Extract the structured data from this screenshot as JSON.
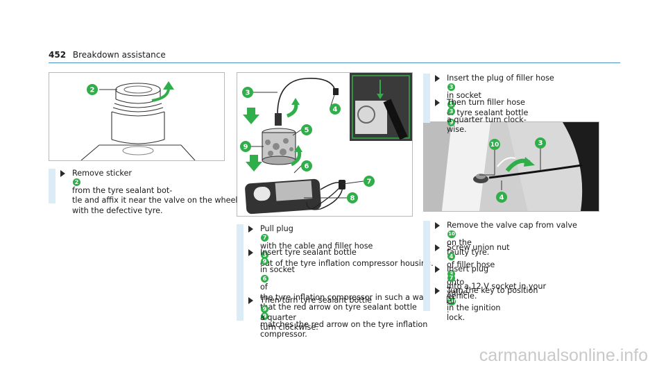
{
  "header": {
    "page_number": "452",
    "section_title": "Breakdown assistance"
  },
  "figures": {
    "fig1": {
      "callouts": [
        "2"
      ]
    },
    "fig2": {
      "callouts": [
        "3",
        "4",
        "5",
        "9",
        "6",
        "7",
        "8"
      ]
    },
    "fig3": {
      "callouts": [
        "10",
        "3",
        "4"
      ]
    }
  },
  "steps": {
    "s1": {
      "lines": [
        [
          {
            "t": "Remove sticker "
          },
          {
            "c": "2"
          },
          {
            "t": " from the tyre sealant bot-"
          }
        ],
        [
          {
            "t": "tle and affix it near the valve on the wheel"
          }
        ],
        [
          {
            "t": "with the defective tyre."
          }
        ]
      ]
    },
    "s2": {
      "lines": [
        [
          {
            "t": "Pull plug "
          },
          {
            "c": "7"
          },
          {
            "t": " with the cable and filler hose "
          },
          {
            "c": "3"
          }
        ],
        [
          {
            "t": "out of the tyre inflation compressor housing."
          }
        ]
      ]
    },
    "s3": {
      "lines": [
        [
          {
            "t": "Insert tyre sealant bottle "
          },
          {
            "c": "9"
          },
          {
            "t": " in socket "
          },
          {
            "c": "6"
          },
          {
            "t": " of"
          }
        ],
        [
          {
            "t": "the tyre inflation compressor in such a way"
          }
        ],
        [
          {
            "t": "that the red arrow on tyre sealant bottle "
          },
          {
            "c": "9"
          }
        ],
        [
          {
            "t": "matches the red arrow on the tyre inflation"
          }
        ],
        [
          {
            "t": "compressor."
          }
        ]
      ]
    },
    "s4": {
      "lines": [
        [
          {
            "t": "Then turn tyre sealant bottle "
          },
          {
            "c": "9"
          },
          {
            "t": " a quarter"
          }
        ],
        [
          {
            "t": "turn clockwise."
          }
        ]
      ]
    },
    "s5": {
      "lines": [
        [
          {
            "t": "Insert the plug of filler hose "
          },
          {
            "c": "3"
          },
          {
            "t": " in socket "
          },
          {
            "c": "5"
          }
        ],
        [
          {
            "t": "of tyre sealant bottle "
          },
          {
            "c": "9"
          },
          {
            "t": "."
          }
        ]
      ]
    },
    "s6": {
      "lines": [
        [
          {
            "t": "Then turn filler hose "
          },
          {
            "c": "3"
          },
          {
            "t": " a quarter turn clock-"
          }
        ],
        [
          {
            "t": "wise."
          }
        ]
      ]
    },
    "s7": {
      "lines": [
        [
          {
            "t": "Remove the valve cap from valve "
          },
          {
            "c": "10"
          },
          {
            "t": " on the"
          }
        ],
        [
          {
            "t": "faulty tyre."
          }
        ]
      ]
    },
    "s8": {
      "lines": [
        [
          {
            "t": "Screw union nut "
          },
          {
            "c": "4"
          },
          {
            "t": " of filler hose "
          },
          {
            "c": "3"
          },
          {
            "t": " onto"
          }
        ],
        [
          {
            "t": "valve "
          },
          {
            "c": "10"
          },
          {
            "t": "."
          }
        ]
      ]
    },
    "s9": {
      "lines": [
        [
          {
            "t": "Insert plug "
          },
          {
            "c": "7"
          },
          {
            "t": " into a 12 V socket in your"
          }
        ],
        [
          {
            "t": "vehicle."
          }
        ]
      ]
    },
    "s10": {
      "lines": [
        [
          {
            "t": "Turn the key to position "
          },
          {
            "k": "1"
          },
          {
            "t": " in the ignition"
          }
        ],
        [
          {
            "t": "lock."
          }
        ]
      ]
    }
  },
  "watermark": "carmanualsonline.info",
  "colors": {
    "callout": "#2fae4a",
    "rule": "#4a90c4",
    "step_bar": "#dcecf7",
    "figure_arrow": "#2fae4a"
  }
}
